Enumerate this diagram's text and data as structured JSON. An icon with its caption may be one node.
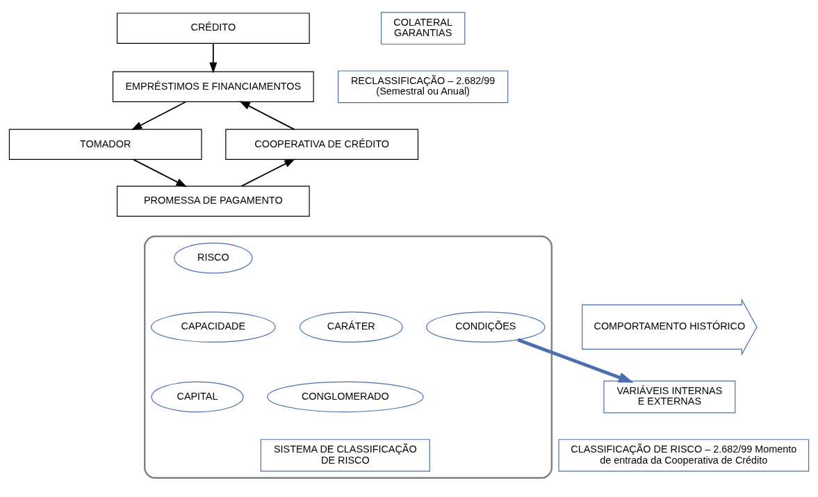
{
  "diagram": {
    "nodes": [
      {
        "text": [
          "CRÉDITO"
        ]
      },
      {
        "text": [
          "EMPRÉSTIMOS E FINANCIAMENTOS"
        ]
      },
      {
        "text": [
          "COOPERATIVA DE CRÉDITO"
        ]
      },
      {
        "text": [
          "TOMADOR"
        ]
      },
      {
        "text": [
          "PROMESSA DE PAGAMENTO"
        ]
      },
      {
        "text": [
          "COMPORTAMENTO HISTÓRICO"
        ]
      },
      {
        "text": [],
        "shape": "funnel"
      },
      {
        "text": [
          "RISCO"
        ],
        "in": 6
      },
      {
        "text": [
          "CARÁTER"
        ],
        "in": 6
      },
      {
        "text": [
          "CAPACIDADE"
        ],
        "in": 6
      },
      {
        "text": [
          "CONDIÇÕES"
        ],
        "in": 6
      },
      {
        "text": [
          "VARIÁVEIS INTERNAS E EXTERNAS"
        ]
      },
      {
        "text": [
          "COLATERAL GARANTIAS"
        ]
      },
      {
        "text": [
          "CAPITAL"
        ],
        "in": 6
      },
      {
        "text": [
          "CONGLOMERADO"
        ],
        "in": 6
      },
      {
        "text": [
          "RECLASSIFICAÇÃO – 2.682/99 (Semestral ou Anual)"
        ]
      },
      {
        "text": [
          "SISTEMA DE CLASSIFICAÇÃO DE RISCO"
        ],
        "in": 6
      },
      {
        "text": [
          "CLASSIFICAÇÃO DE RISCO – 2.682/99 Momento de entrada da Cooperativa de Crédito"
        ]
      }
    ],
    "edges": [
      {
        "from": 0,
        "to": 1,
        "arrow": "to"
      },
      {
        "from": 2,
        "to": 1,
        "arrow": "to"
      },
      {
        "from": 1,
        "to": 3,
        "arrow": "to"
      },
      {
        "from": 4,
        "to": 2,
        "arrow": "to"
      },
      {
        "from": 3,
        "to": 4,
        "arrow": "to"
      },
      {
        "from": 10,
        "to": 11,
        "arrow": "to",
        "style": "thick",
        "color": "#4a6eb0"
      }
    ]
  }
}
